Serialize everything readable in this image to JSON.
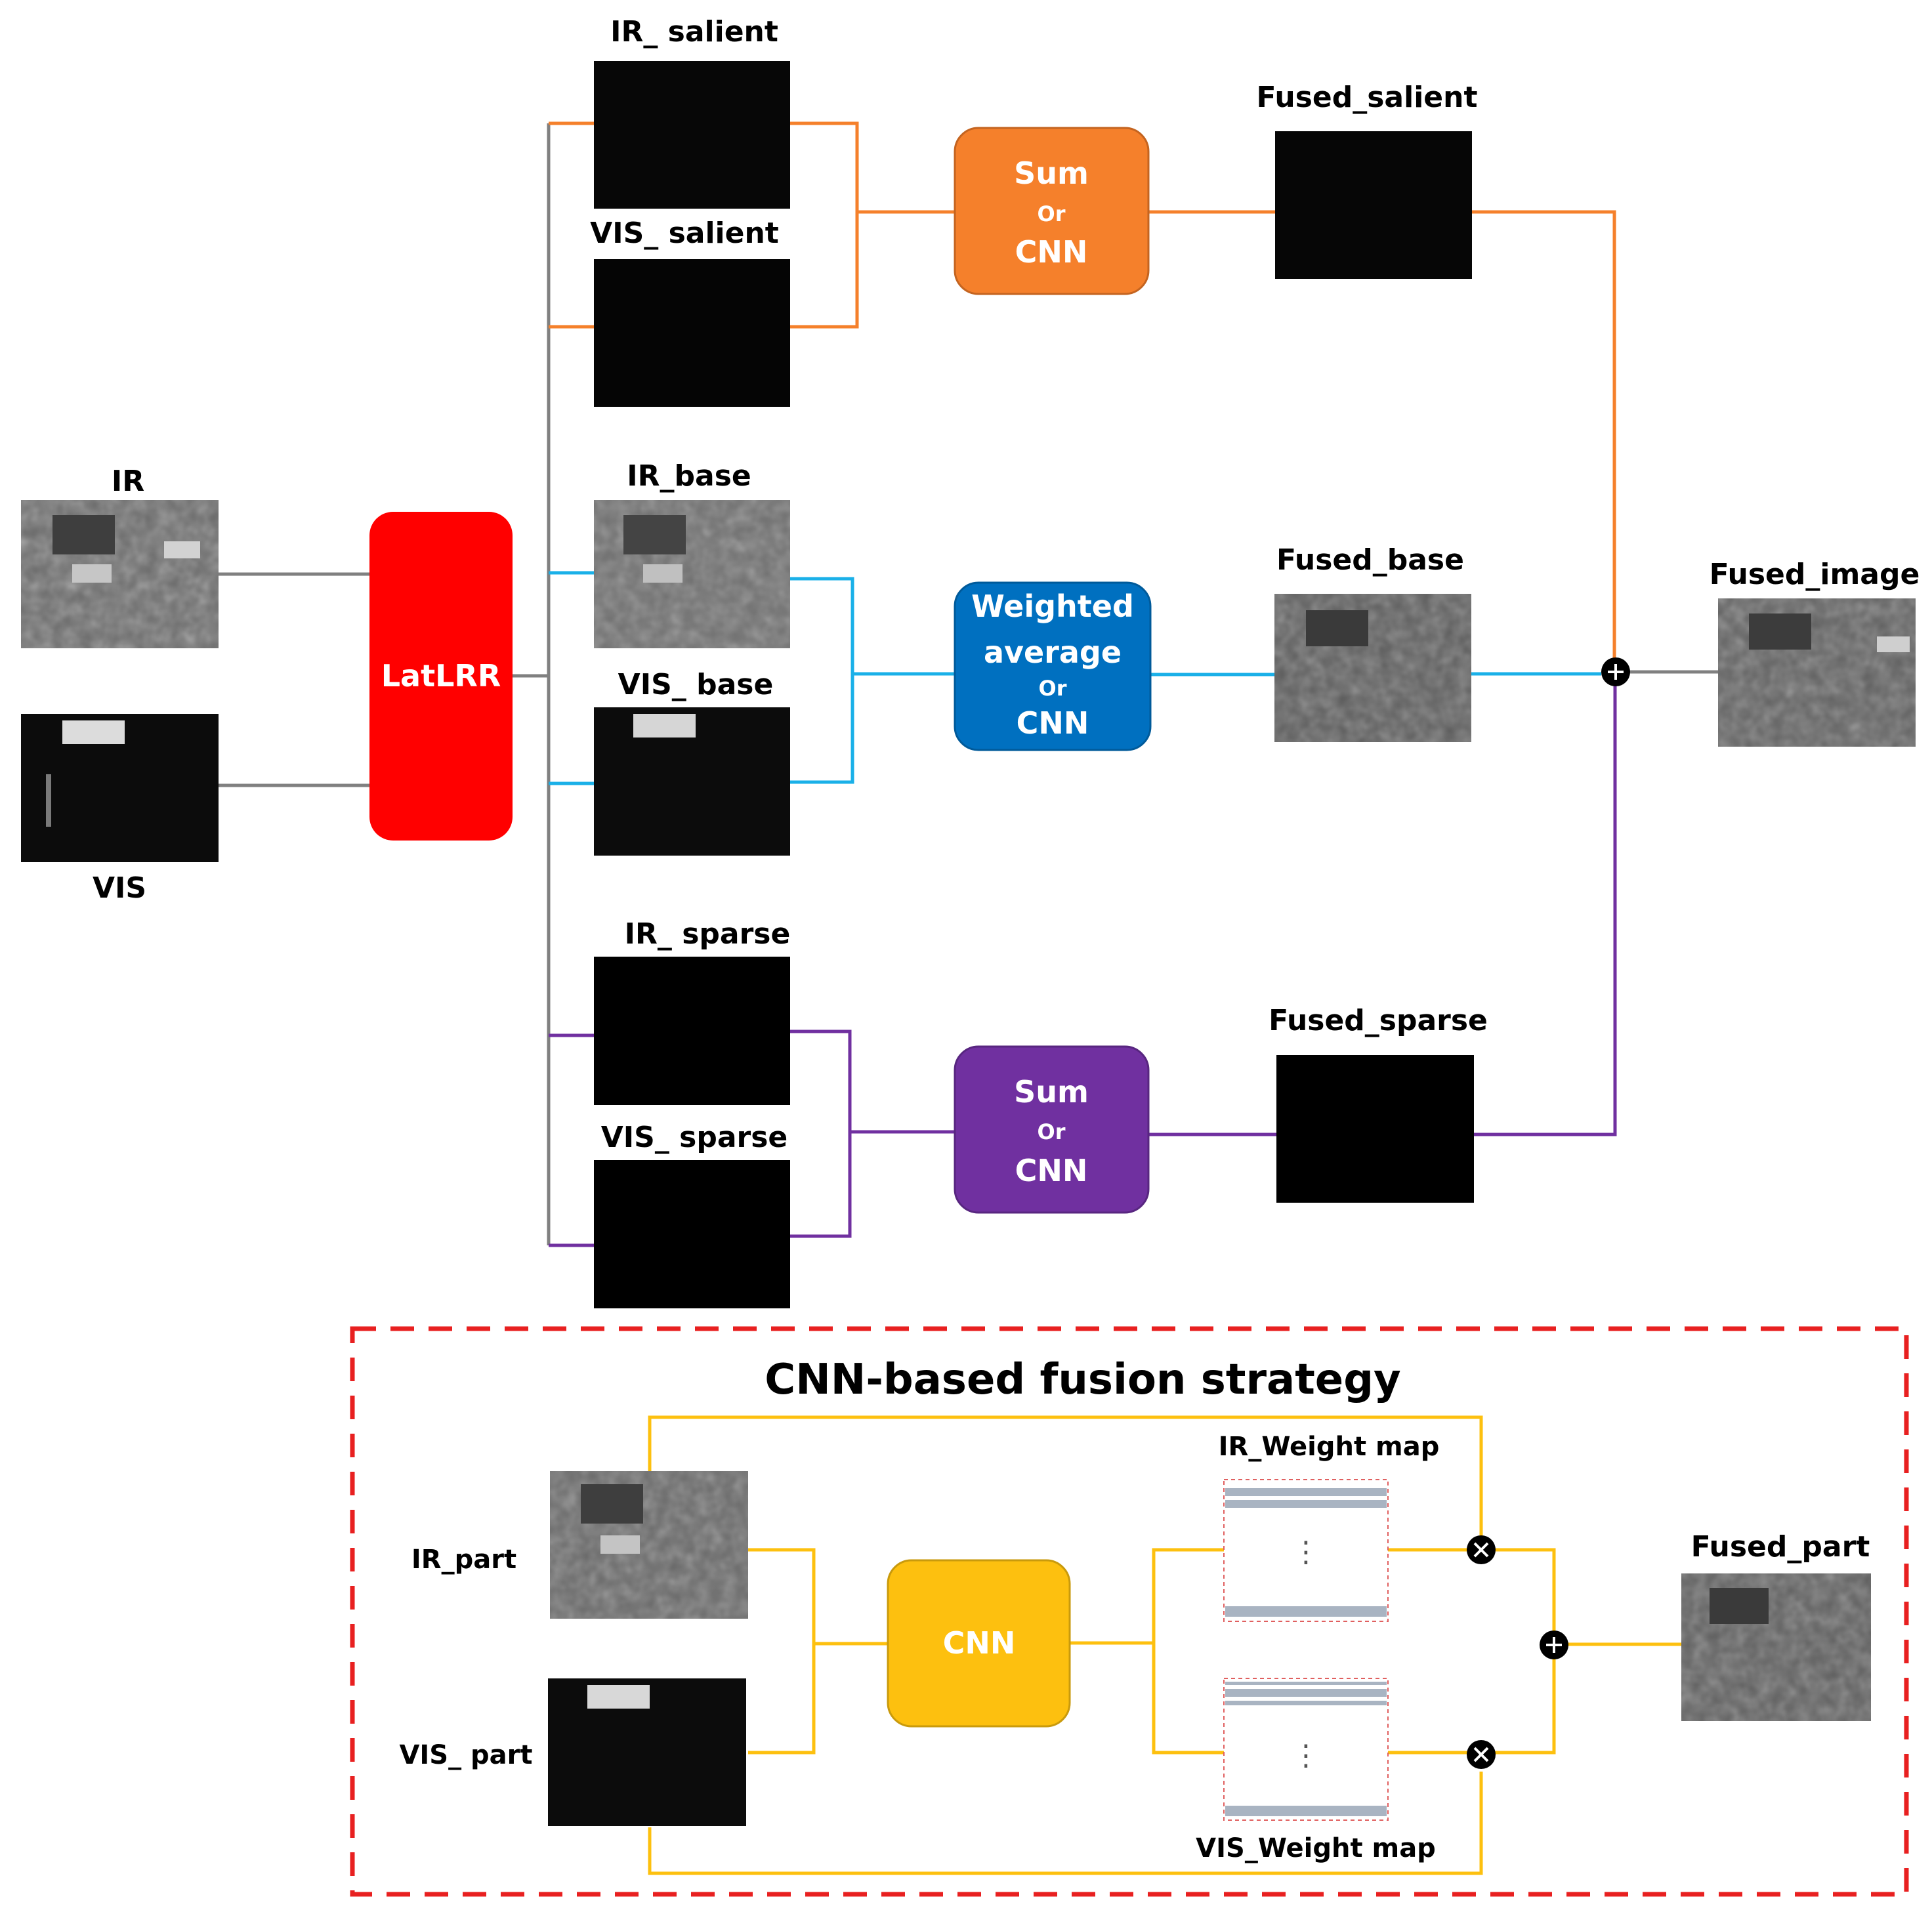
{
  "diagram": {
    "inputs": {
      "ir": "IR",
      "vis": "VIS"
    },
    "decomposer": "LatLRR",
    "components": {
      "ir_salient": "IR_ salient",
      "vis_salient": "VIS_ salient",
      "ir_base": "IR_base",
      "vis_base": "VIS_ base",
      "ir_sparse": "IR_ sparse",
      "vis_sparse": "VIS_ sparse"
    },
    "strategies": {
      "salient": {
        "line1": "Sum",
        "line2": "Or",
        "line3": "CNN"
      },
      "base": {
        "line1": "Weighted",
        "line2": "average",
        "line3": "Or",
        "line4": "CNN"
      },
      "sparse": {
        "line1": "Sum",
        "line2": "Or",
        "line3": "CNN"
      }
    },
    "fused": {
      "salient": "Fused_salient",
      "base": "Fused_base",
      "sparse": "Fused_sparse",
      "image": "Fused_image"
    },
    "cnn_strategy": {
      "title": "CNN-based fusion strategy",
      "ir_part": "IR_part",
      "vis_part": "VIS_ part",
      "cnn": "CNN",
      "ir_weight_map": "IR_Weight map",
      "vis_weight_map": "VIS_Weight map",
      "ellipsis": "⋮",
      "fused_part": "Fused_part"
    },
    "colors": {
      "gray": "#808080",
      "orange": "#f5802b",
      "cyan": "#1ab0e8",
      "purple": "#7030a0",
      "yellow": "#fdc00f",
      "red": "#ff0000",
      "blue": "#0070c0",
      "dashed_border": "#e82020"
    }
  }
}
